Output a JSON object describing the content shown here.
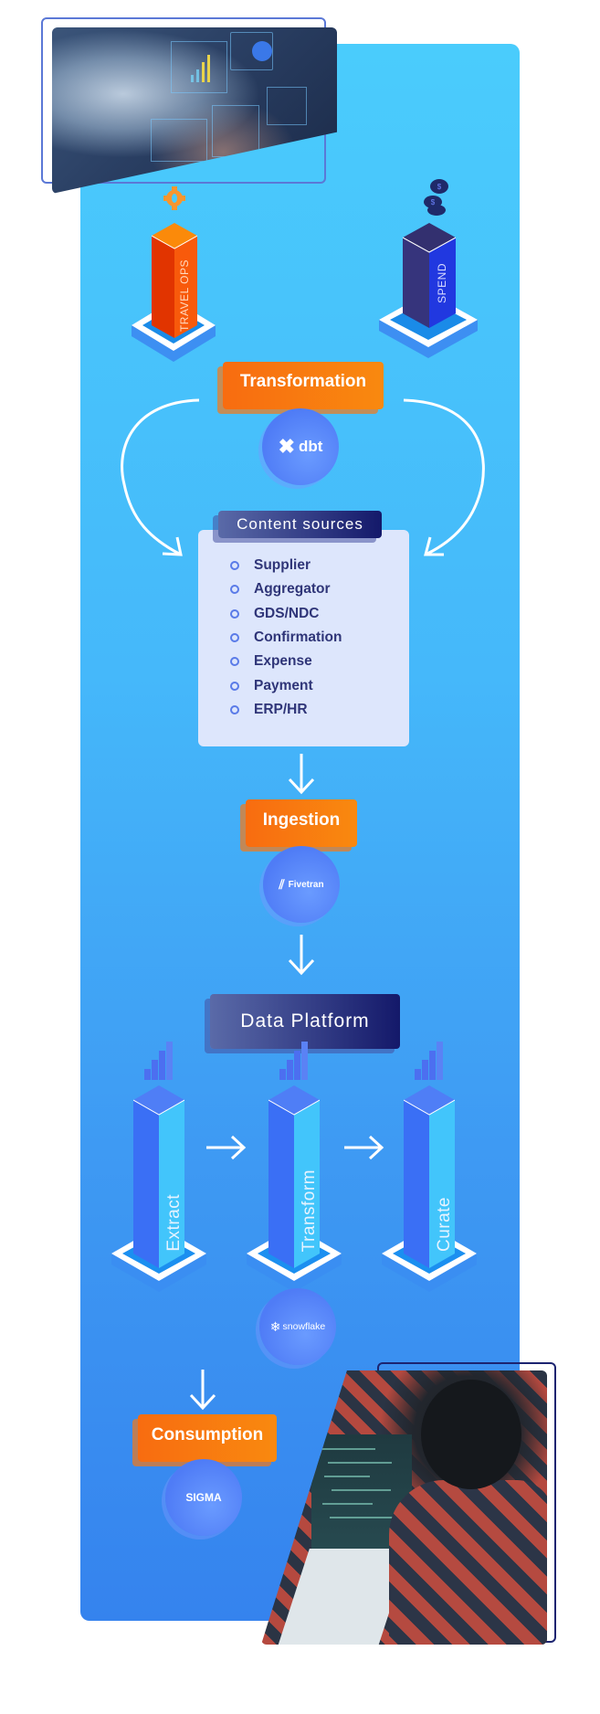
{
  "diagram": {
    "sources": [
      {
        "label": "TRAVEL OPS",
        "icon": "gear-icon",
        "color": "#f2520a"
      },
      {
        "label": "SPEND",
        "icon": "coins-icon",
        "color": "#33307a"
      }
    ],
    "transformation": {
      "label": "Transformation",
      "tool": "dbt"
    },
    "content_sources": {
      "title": "Content sources",
      "items": [
        "Supplier",
        "Aggregator",
        "GDS/NDC",
        "Confirmation",
        "Expense",
        "Payment",
        "ERP/HR"
      ]
    },
    "ingestion": {
      "label": "Ingestion",
      "tool": "Fivetran"
    },
    "data_platform": {
      "title": "Data Platform",
      "stages": [
        "Extract",
        "Transform",
        "Curate"
      ],
      "tool": "snowflake"
    },
    "consumption": {
      "label": "Consumption",
      "tool": "SIGMA"
    }
  },
  "colors": {
    "panel_top": "#4accfc",
    "panel_bottom": "#3583ee",
    "orange_tag": "#f8790f",
    "navy_tag": "#14196a",
    "logo_circle": "#5b88fa",
    "content_box": "#dde6fc",
    "list_text": "#2f3578"
  }
}
